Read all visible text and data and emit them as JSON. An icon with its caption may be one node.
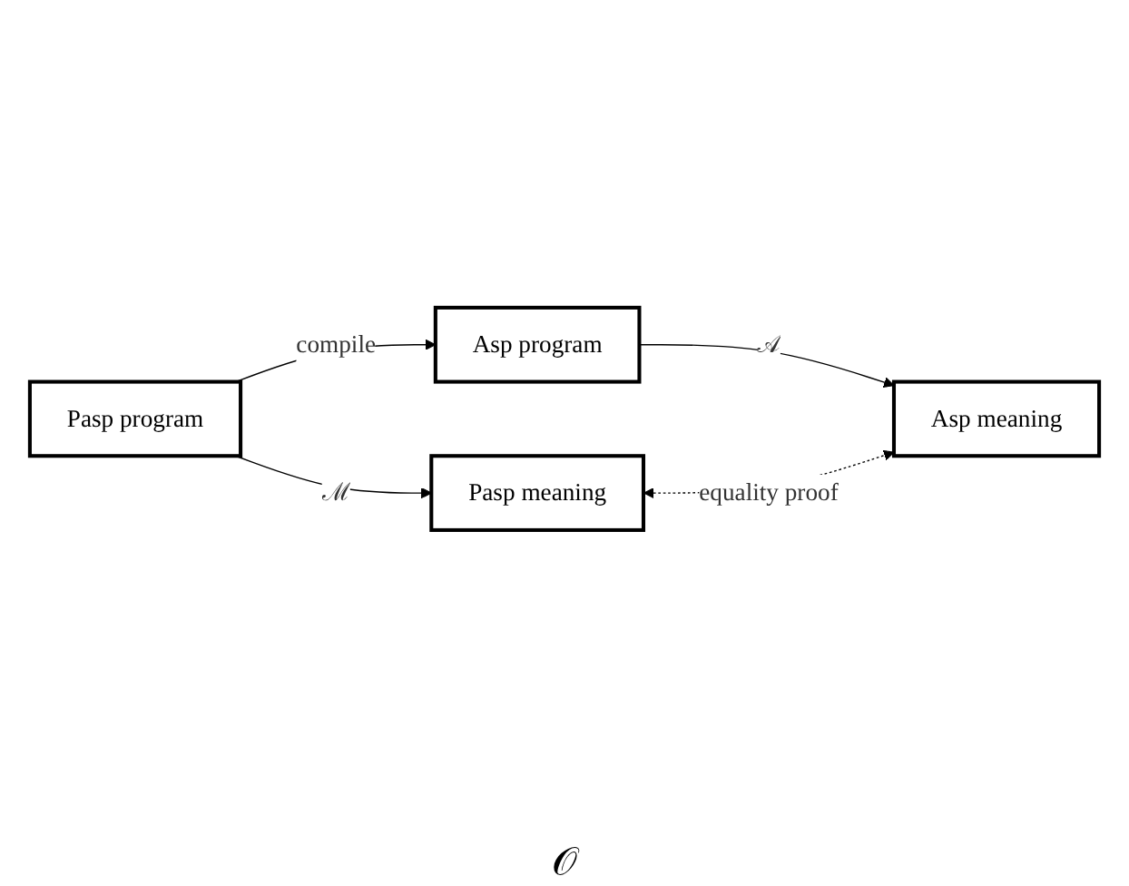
{
  "diagram": {
    "nodes": [
      {
        "text": [
          "Pasp program"
        ]
      },
      {
        "text": [
          "Asp program"
        ]
      },
      {
        "text": [
          "Pasp meaning"
        ]
      },
      {
        "text": [
          "Asp meaning"
        ]
      }
    ],
    "edges": [
      {
        "from": 0,
        "to": 1,
        "arrow": "to",
        "label": "compile"
      },
      {
        "from": 0,
        "to": 2,
        "arrow": "to",
        "label": "ℳ"
      },
      {
        "from": 1,
        "to": 3,
        "arrow": "to",
        "label": "𝒜"
      },
      {
        "from": 2,
        "to": 3,
        "arrow": "both",
        "label": "equality proof",
        "style": "dashed"
      }
    ],
    "labels": [
      "𝒪"
    ]
  }
}
